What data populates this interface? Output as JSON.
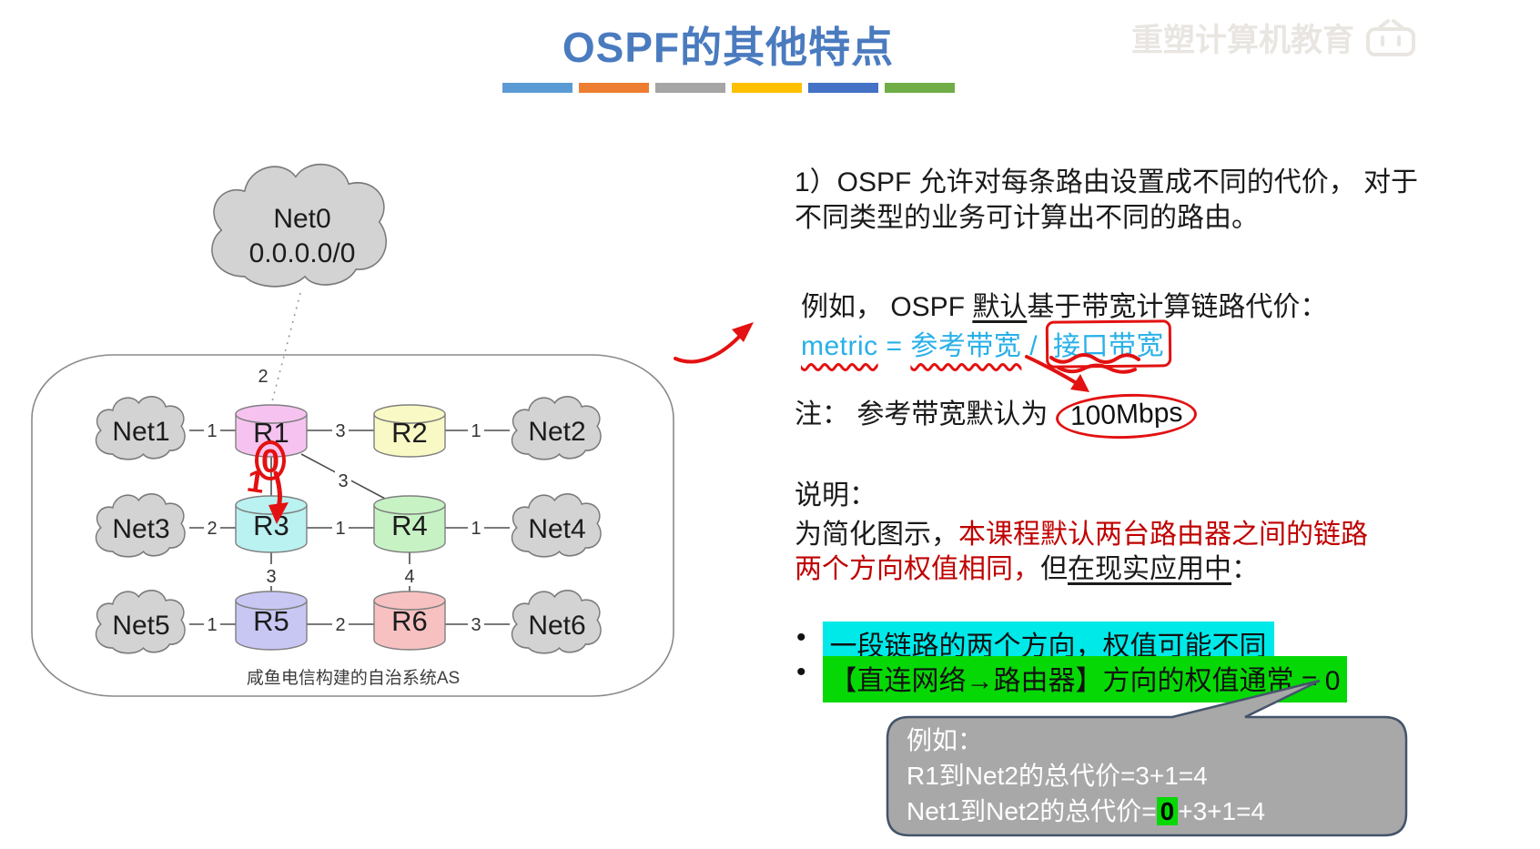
{
  "watermark": {
    "text": "重塑计算机教育",
    "logo": "bilibili-tv-logo"
  },
  "title": {
    "text": "OSPF的其他特点",
    "color": "#4a7bbf"
  },
  "title_bars": [
    "#5b9bd5",
    "#ed7d31",
    "#a5a5a5",
    "#ffc000",
    "#4472c4",
    "#70ad47"
  ],
  "diagram": {
    "net0": {
      "label": "Net0",
      "cidr": "0.0.0.0/0"
    },
    "as_label": "咸鱼电信构建的自治系统AS",
    "clouds": {
      "net1": "Net1",
      "net2": "Net2",
      "net3": "Net3",
      "net4": "Net4",
      "net5": "Net5",
      "net6": "Net6"
    },
    "routers": {
      "r1": {
        "label": "R1",
        "color": "#f6c3f0"
      },
      "r2": {
        "label": "R2",
        "color": "#f9f9c5"
      },
      "r3": {
        "label": "R3",
        "color": "#baf1f1"
      },
      "r4": {
        "label": "R4",
        "color": "#c7f3c4"
      },
      "r5": {
        "label": "R5",
        "color": "#c8c7f4"
      },
      "r6": {
        "label": "R6",
        "color": "#f8c1c1"
      }
    },
    "link_labels": {
      "net0_r1": "2",
      "net1_r1": "1",
      "r1_r2": "3",
      "r2_net2": "1",
      "r1_r4": "3",
      "net3_r3": "2",
      "r3_r4": "1",
      "r4_net4": "1",
      "r3_r5": "3",
      "r4_r6": "4",
      "net5_r5": "1",
      "r5_r6": "2",
      "r6_net6": "3"
    },
    "handwritten": {
      "zero": "0",
      "one": "1"
    }
  },
  "content": {
    "para1_line1": "1）OSPF 允许对每条路由设置成不同的代价， 对于",
    "para1_line2": "不同类型的业务可计算出不同的路由。",
    "para2_prefix": "例如， OSPF ",
    "para2_underlined": "默认",
    "para2_suffix": "基于带宽计算链路代价：",
    "formula_metric": "metric",
    "formula_eq": " = ",
    "formula_ref": "参考带宽",
    "formula_slash": " / ",
    "formula_iface": "接口带宽",
    "note_prefix": "注： 参考带宽默认为",
    "note_value": "100Mbps",
    "shuoming": "说明：",
    "expl_black1": "为简化图示，",
    "expl_red1": "本课程默认两台路由器之间的链路",
    "expl_red2": "两个方向权值相同，",
    "expl_black2": "但",
    "expl_underlined": "在现实应用中",
    "expl_colon": "：",
    "bullets": [
      {
        "text": "一段链路的两个方向，权值可能不同",
        "highlight": "#00e9e9"
      },
      {
        "text": "【直连网络→路由器】方向的权值通常 = 0",
        "highlight": "#06d806"
      }
    ],
    "bubble": {
      "line1": "例如：",
      "line2": "R1到Net2的总代价=3+1=4",
      "line3_prefix": "Net1到Net2的总代价=",
      "line3_zero": "0",
      "line3_suffix": "+3+1=4"
    }
  },
  "colors": {
    "title_blue": "#4a7bbf",
    "formula_cyan": "#29b0e8",
    "red_ink": "#e31111",
    "red_text": "#c00000",
    "cyan_highlight": "#00e9e9",
    "green_highlight": "#06d806",
    "bubble_fill": "#a8a8a8",
    "bubble_border": "#44546a",
    "cloud_gray": "#d3d3d3"
  }
}
